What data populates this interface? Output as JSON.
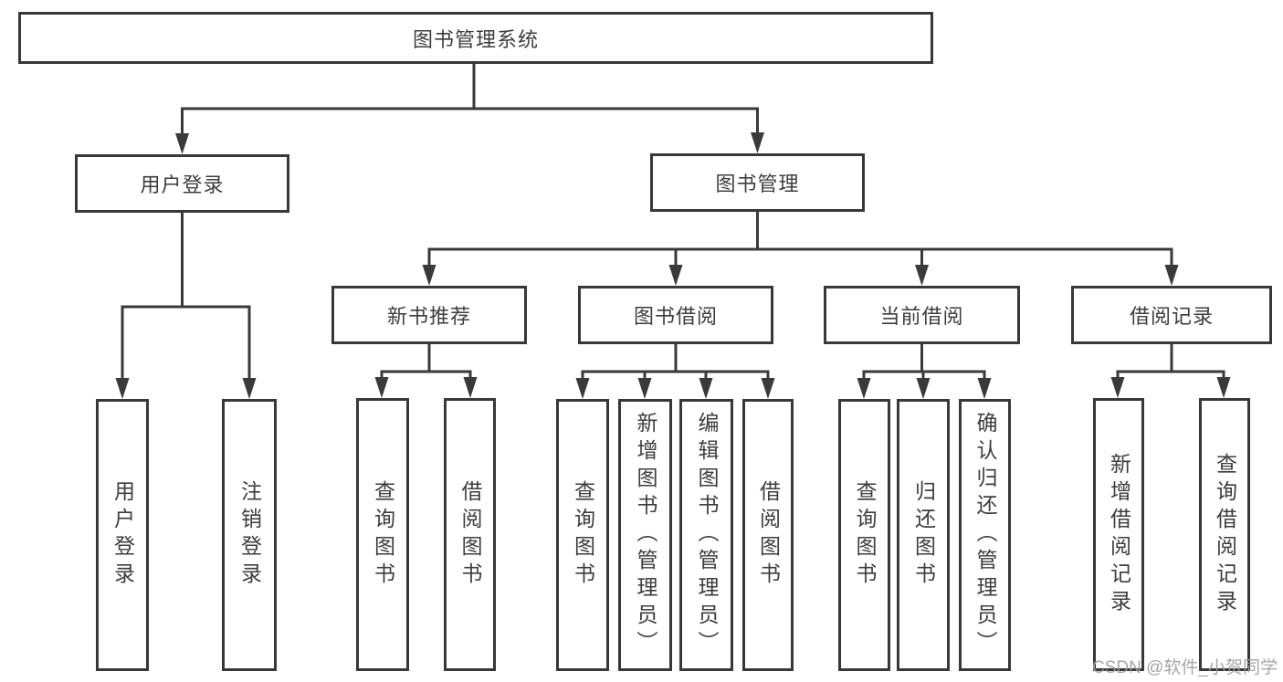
{
  "tree": {
    "root": {
      "label": "图书管理系统"
    },
    "branches": [
      {
        "label": "用户登录",
        "children": [
          {
            "label": "用户登录"
          },
          {
            "label": "注销登录"
          }
        ]
      },
      {
        "label": "图书管理",
        "children": [
          {
            "label": "新书推荐",
            "children": [
              {
                "label": "查询图书"
              },
              {
                "label": "借阅图书"
              }
            ]
          },
          {
            "label": "图书借阅",
            "children": [
              {
                "label": "查询图书"
              },
              {
                "label": "新增图书（管理员）"
              },
              {
                "label": "编辑图书（管理员）"
              },
              {
                "label": "借阅图书"
              }
            ]
          },
          {
            "label": "当前借阅",
            "children": [
              {
                "label": "查询图书"
              },
              {
                "label": "归还图书"
              },
              {
                "label": "确认归还（管理员）"
              }
            ]
          },
          {
            "label": "借阅记录",
            "children": [
              {
                "label": "新增借阅记录"
              },
              {
                "label": "查询借阅记录"
              }
            ]
          }
        ]
      }
    ]
  },
  "watermark": {
    "text": "CSDN @软件_小贺同学"
  },
  "colors": {
    "line": "#3a3a3a",
    "box_border": "#383838",
    "text": "#3d3d3d",
    "watermark": "#9e9e9e",
    "background": "#ffffff"
  }
}
